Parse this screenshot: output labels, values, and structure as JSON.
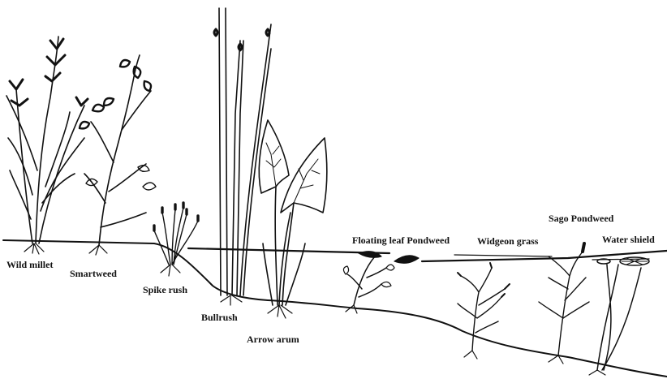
{
  "labels": {
    "wild_millet": "Wild millet",
    "smartweed": "Smartweed",
    "spike_rush": "Spike rush",
    "bullrush": "Bullrush",
    "arrow_arum": "Arrow arum",
    "floating_leaf_pondweed": "Floating leaf Pondweed",
    "widgeon_grass": "Widgeon grass",
    "sago_pondweed": "Sago Pondweed",
    "water_shield": "Water shield"
  },
  "colors": {
    "ink": "#111111",
    "background": "#ffffff"
  }
}
